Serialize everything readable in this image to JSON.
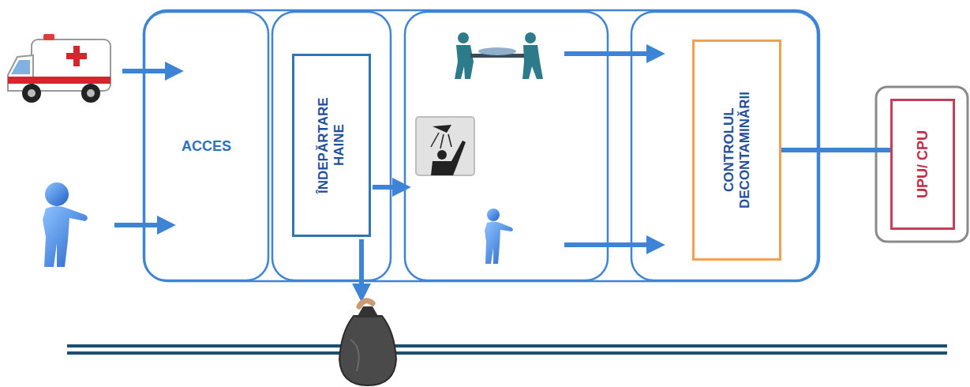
{
  "diagram": {
    "nodes": [
      {
        "text": [
          "ACCES"
        ]
      },
      {
        "text": [
          "ÎNDEPĂRTARE HAINE"
        ]
      },
      {
        "text": [
          "CONTROLUL DECONTAMINĂRII"
        ]
      },
      {
        "text": [
          "UPU/ CPU"
        ]
      }
    ],
    "edges": [
      {
        "from": 2,
        "to": 3,
        "arrow": "none"
      }
    ]
  }
}
